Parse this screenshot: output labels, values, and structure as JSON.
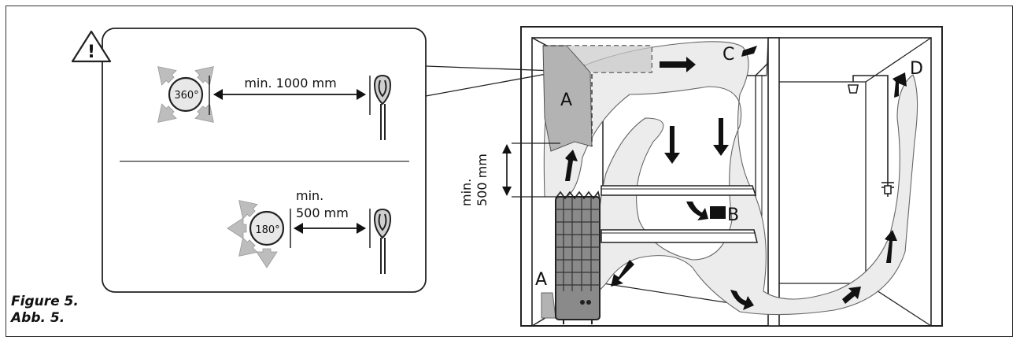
{
  "caption": {
    "line1": "Figure 5.",
    "line2": "Abb. 5."
  },
  "inset": {
    "top_distance": "min. 1000 mm",
    "top_angle": "360°",
    "bottom_distance_line1": "min.",
    "bottom_distance_line2": "500 mm",
    "bottom_angle": "180°",
    "warning_symbol": "!"
  },
  "sauna": {
    "height_label_line1": "min.",
    "height_label_line2": "500 mm",
    "zone_labels": {
      "a_upper": "A",
      "a_lower": "A",
      "b": "B",
      "c": "C",
      "d": "D"
    }
  },
  "icons": [
    "warning-triangle-icon",
    "heater-icon",
    "shower-icon",
    "air-flow-arrow-icon"
  ],
  "colors": {
    "line": "#222222",
    "zone_fill": "#b5b5b5",
    "air_flow_fill": "#ebebeb",
    "frame": "#333333"
  }
}
